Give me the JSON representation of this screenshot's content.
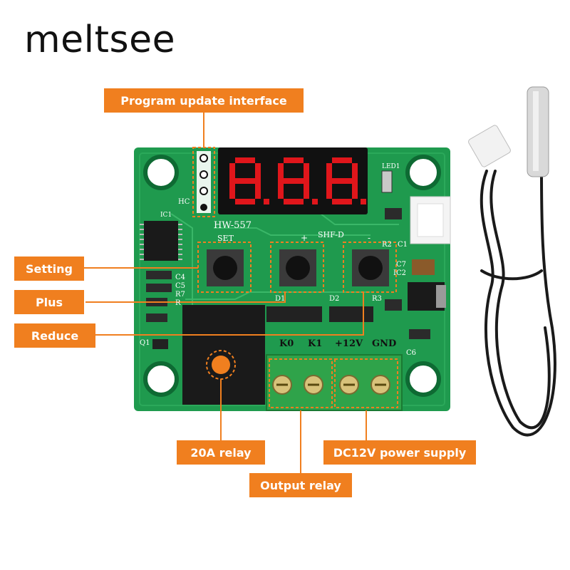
{
  "brand": "meltsee",
  "colors": {
    "accent": "#f07f1f",
    "pcb": "#1f9a4e",
    "display_digit": "#e0161b",
    "terminal_block": "#2fa34a"
  },
  "callouts": {
    "program_update": "Program update interface",
    "setting": "Setting",
    "plus": "Plus",
    "reduce": "Reduce",
    "relay_20a": "20A relay",
    "power_supply": "DC12V power supply",
    "output_relay": "Output relay"
  },
  "board": {
    "model": "HW-557",
    "display": "888",
    "buttons": {
      "set": "SET",
      "plus": "+",
      "minus": "-"
    },
    "shf_d": "SHF-D",
    "terminals": [
      "K0",
      "K1",
      "+12V",
      "GND"
    ],
    "silkscreen": {
      "led1": "LED1",
      "hc": "HC",
      "ic1": "IC1",
      "r2": "R2",
      "c1": "C1",
      "c4": "C4",
      "c5": "C5",
      "r7": "R7",
      "r": "R",
      "d1": "D1",
      "d2": "D2",
      "r3": "R3",
      "c7": "C7",
      "ic2": "IC2",
      "c6": "C6",
      "q1": "Q1"
    }
  }
}
